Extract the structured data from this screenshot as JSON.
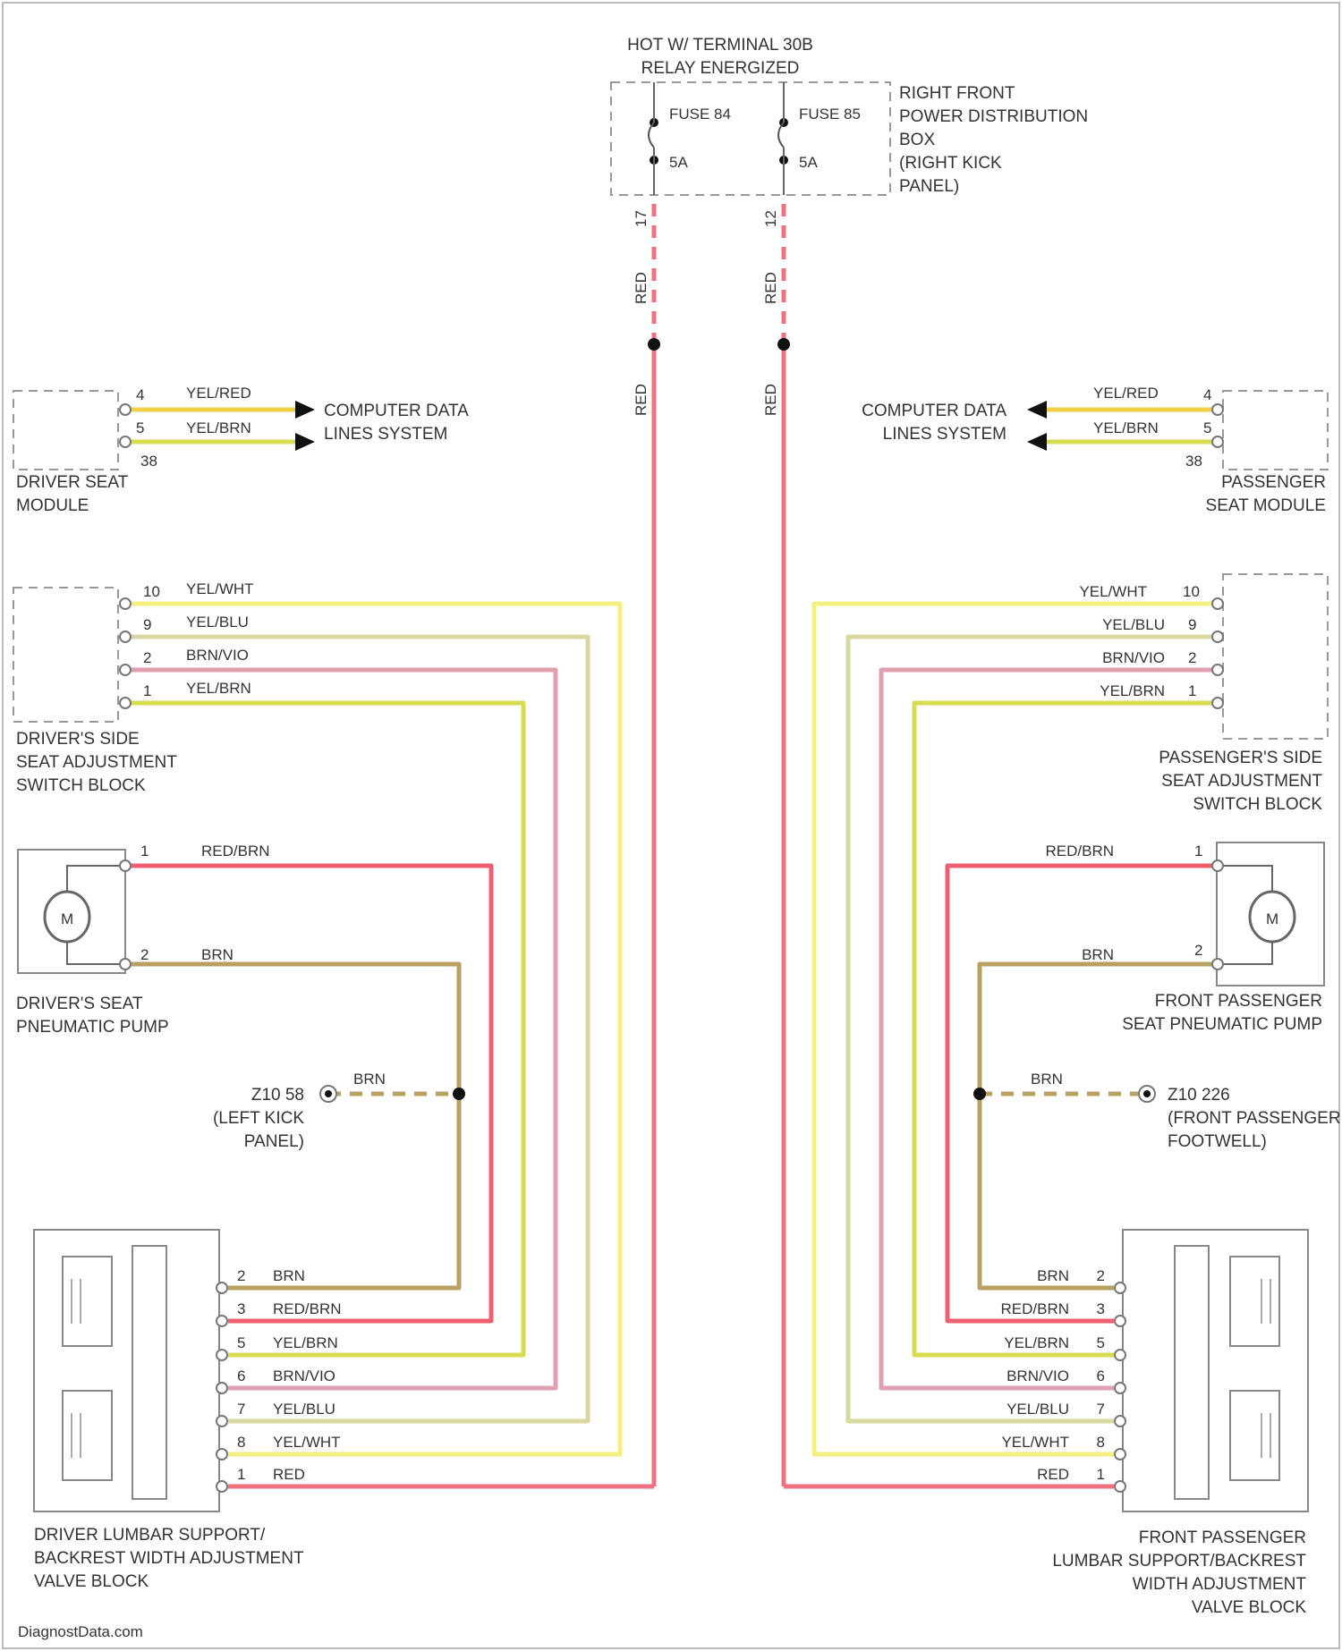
{
  "colors": {
    "red": "#f07080",
    "yel_red": "#f0d048",
    "yel_brn": "#d8dc50",
    "yel_wht": "#f4f080",
    "yel_blu": "#d8d8a0",
    "brn_vio": "#e0a0b0",
    "brn": "#b8a060",
    "red_brn": "#ee6070"
  },
  "top": {
    "hot_line1": "HOT W/ TERMINAL 30B",
    "hot_line2": "RELAY ENERGIZED",
    "fuse_left": "FUSE 84",
    "fuse_left_rating": "5A",
    "fuse_right": "FUSE 85",
    "fuse_right_rating": "5A",
    "box_label": [
      "RIGHT FRONT",
      "POWER DISTRIBUTION",
      "BOX",
      "(RIGHT KICK",
      "PANEL)"
    ],
    "pin_left": "17",
    "pin_right": "12"
  },
  "wire_red": "RED",
  "driver_module": {
    "name": [
      "DRIVER SEAT",
      "MODULE"
    ],
    "pin_a": "4",
    "pin_b": "5",
    "conn": "38",
    "wire_a": "YEL/RED",
    "wire_b": "YEL/BRN",
    "target": [
      "COMPUTER DATA",
      "LINES SYSTEM"
    ]
  },
  "pass_module": {
    "name": [
      "PASSENGER",
      "SEAT MODULE"
    ],
    "pin_a": "4",
    "pin_b": "5",
    "conn": "38",
    "wire_a": "YEL/RED",
    "wire_b": "YEL/BRN",
    "target": [
      "COMPUTER DATA",
      "LINES SYSTEM"
    ]
  },
  "driver_switch": {
    "name": [
      "DRIVER'S SIDE",
      "SEAT ADJUSTMENT",
      "SWITCH BLOCK"
    ],
    "pins": [
      "10",
      "9",
      "2",
      "1"
    ],
    "wires": [
      "YEL/WHT",
      "YEL/BLU",
      "BRN/VIO",
      "YEL/BRN"
    ]
  },
  "pass_switch": {
    "name": [
      "PASSENGER'S SIDE",
      "SEAT ADJUSTMENT",
      "SWITCH BLOCK"
    ],
    "pins": [
      "10",
      "9",
      "2",
      "1"
    ],
    "wires": [
      "YEL/WHT",
      "YEL/BLU",
      "BRN/VIO",
      "YEL/BRN"
    ]
  },
  "driver_pump": {
    "name": [
      "DRIVER'S SEAT",
      "PNEUMATIC PUMP"
    ],
    "motor": "M",
    "pin1": "1",
    "pin2": "2",
    "wire1": "RED/BRN",
    "wire2": "BRN"
  },
  "pass_pump": {
    "name": [
      "FRONT PASSENGER",
      "SEAT PNEUMATIC PUMP"
    ],
    "motor": "M",
    "pin1": "1",
    "pin2": "2",
    "wire1": "RED/BRN",
    "wire2": "BRN"
  },
  "ground_left": {
    "id": "Z10 58",
    "loc": [
      "(LEFT KICK",
      "PANEL)"
    ],
    "wire": "BRN"
  },
  "ground_right": {
    "id": "Z10 226",
    "loc": [
      "(FRONT PASSENGER",
      "FOOTWELL)"
    ],
    "wire": "BRN"
  },
  "driver_valve": {
    "name": [
      "DRIVER LUMBAR SUPPORT/",
      "BACKREST WIDTH ADJUSTMENT",
      "VALVE BLOCK"
    ],
    "pins": [
      "2",
      "3",
      "5",
      "6",
      "7",
      "8",
      "1"
    ],
    "wires": [
      "BRN",
      "RED/BRN",
      "YEL/BRN",
      "BRN/VIO",
      "YEL/BLU",
      "YEL/WHT",
      "RED"
    ]
  },
  "pass_valve": {
    "name": [
      "FRONT PASSENGER",
      "LUMBAR SUPPORT/BACKREST",
      "WIDTH ADJUSTMENT",
      "VALVE BLOCK"
    ],
    "pins": [
      "2",
      "3",
      "5",
      "6",
      "7",
      "8",
      "1"
    ],
    "wires": [
      "BRN",
      "RED/BRN",
      "YEL/BRN",
      "BRN/VIO",
      "YEL/BLU",
      "YEL/WHT",
      "RED"
    ]
  },
  "footer": "DiagnostData.com"
}
